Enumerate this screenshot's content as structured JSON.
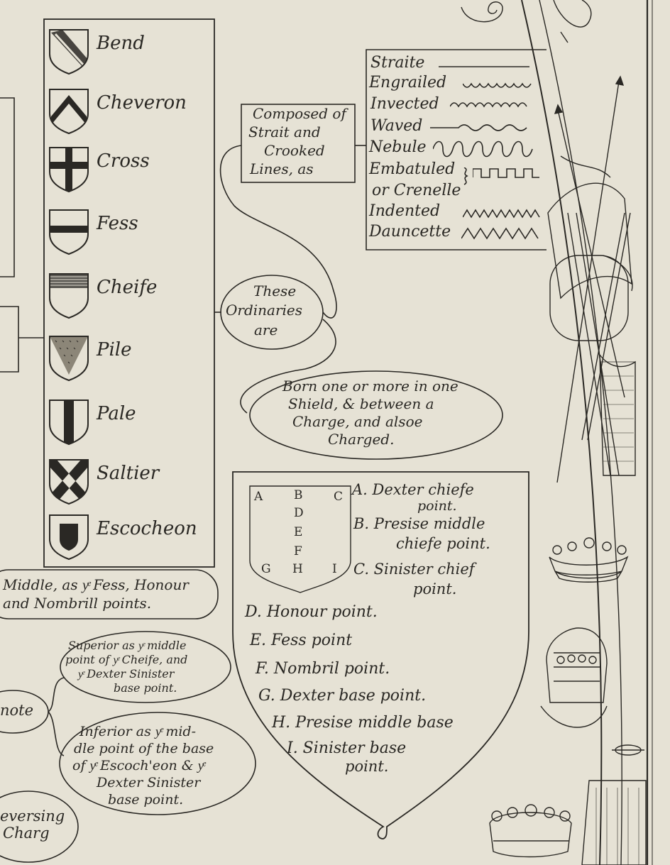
{
  "ordinaries": [
    {
      "label": "Bend",
      "icon": "bend-shield-icon"
    },
    {
      "label": "Cheveron",
      "icon": "cheveron-shield-icon"
    },
    {
      "label": "Cross",
      "icon": "cross-shield-icon"
    },
    {
      "label": "Fess",
      "icon": "fess-shield-icon"
    },
    {
      "label": "Cheife",
      "icon": "cheife-shield-icon"
    },
    {
      "label": "Pile",
      "icon": "pile-shield-icon"
    },
    {
      "label": "Pale",
      "icon": "pale-shield-icon"
    },
    {
      "label": "Saltier",
      "icon": "saltier-shield-icon"
    },
    {
      "label": "Escocheon",
      "icon": "escocheon-shield-icon"
    }
  ],
  "composed_box": [
    "Composed of",
    "Strait and",
    "Crooked",
    "Lines, as"
  ],
  "lines": [
    {
      "label": "Straite",
      "icon": "straight-line-icon"
    },
    {
      "label": "Engrailed",
      "icon": "engrailed-line-icon"
    },
    {
      "label": "Invected",
      "icon": "invected-line-icon"
    },
    {
      "label": "Waved",
      "icon": "waved-line-icon"
    },
    {
      "label": "Nebule",
      "icon": "nebule-line-icon"
    },
    {
      "label": "Embatuled",
      "icon": "embattled-line-icon"
    },
    {
      "label": "or Crenelle",
      "icon": "crenelle-bracket-icon"
    },
    {
      "label": "Indented",
      "icon": "indented-line-icon"
    },
    {
      "label": "Dauncette",
      "icon": "dancette-line-icon"
    }
  ],
  "these_ordinaries": [
    "These",
    "Ordinaries",
    "are"
  ],
  "born_text": [
    "Born one or more in one",
    "Shield, & between a",
    "Charge, and alsoe",
    "Charged."
  ],
  "middle_points": [
    "Middle, as yͤ Fess, Honour",
    "and Nombrill points."
  ],
  "superior": [
    "Superior as yͤ middle",
    "point of yͤ Cheife, and",
    "yͤ Dexter Sinister",
    "base point."
  ],
  "note": "note",
  "inferior": [
    "Inferior as yͤ mid-",
    "dle point of the base",
    "of yͤ Escoch'eon & yͤ",
    "Dexter Sinister",
    "base point."
  ],
  "reversing": [
    "eversing",
    "Charg"
  ],
  "shield_letters": [
    "A",
    "B",
    "C",
    "D",
    "E",
    "F",
    "G",
    "H",
    "I"
  ],
  "points": [
    "A. Dexter chiefe",
    "point.",
    "B. Presise middle",
    "chiefe point.",
    "C. Sinister chief",
    "point.",
    "D. Honour point.",
    "E. Fess point",
    "F. Nombril point.",
    "G. Dexter base point.",
    "H. Presise middle base",
    "I. Sinister base",
    "point."
  ],
  "engravings": [
    "trophy-of-arms-icon",
    "coronet-icon",
    "helmet-icon",
    "crown-icon",
    "scroll-ornament-icon"
  ],
  "colors": {
    "paper": "#e6e2d5",
    "ink": "#2a2824"
  }
}
